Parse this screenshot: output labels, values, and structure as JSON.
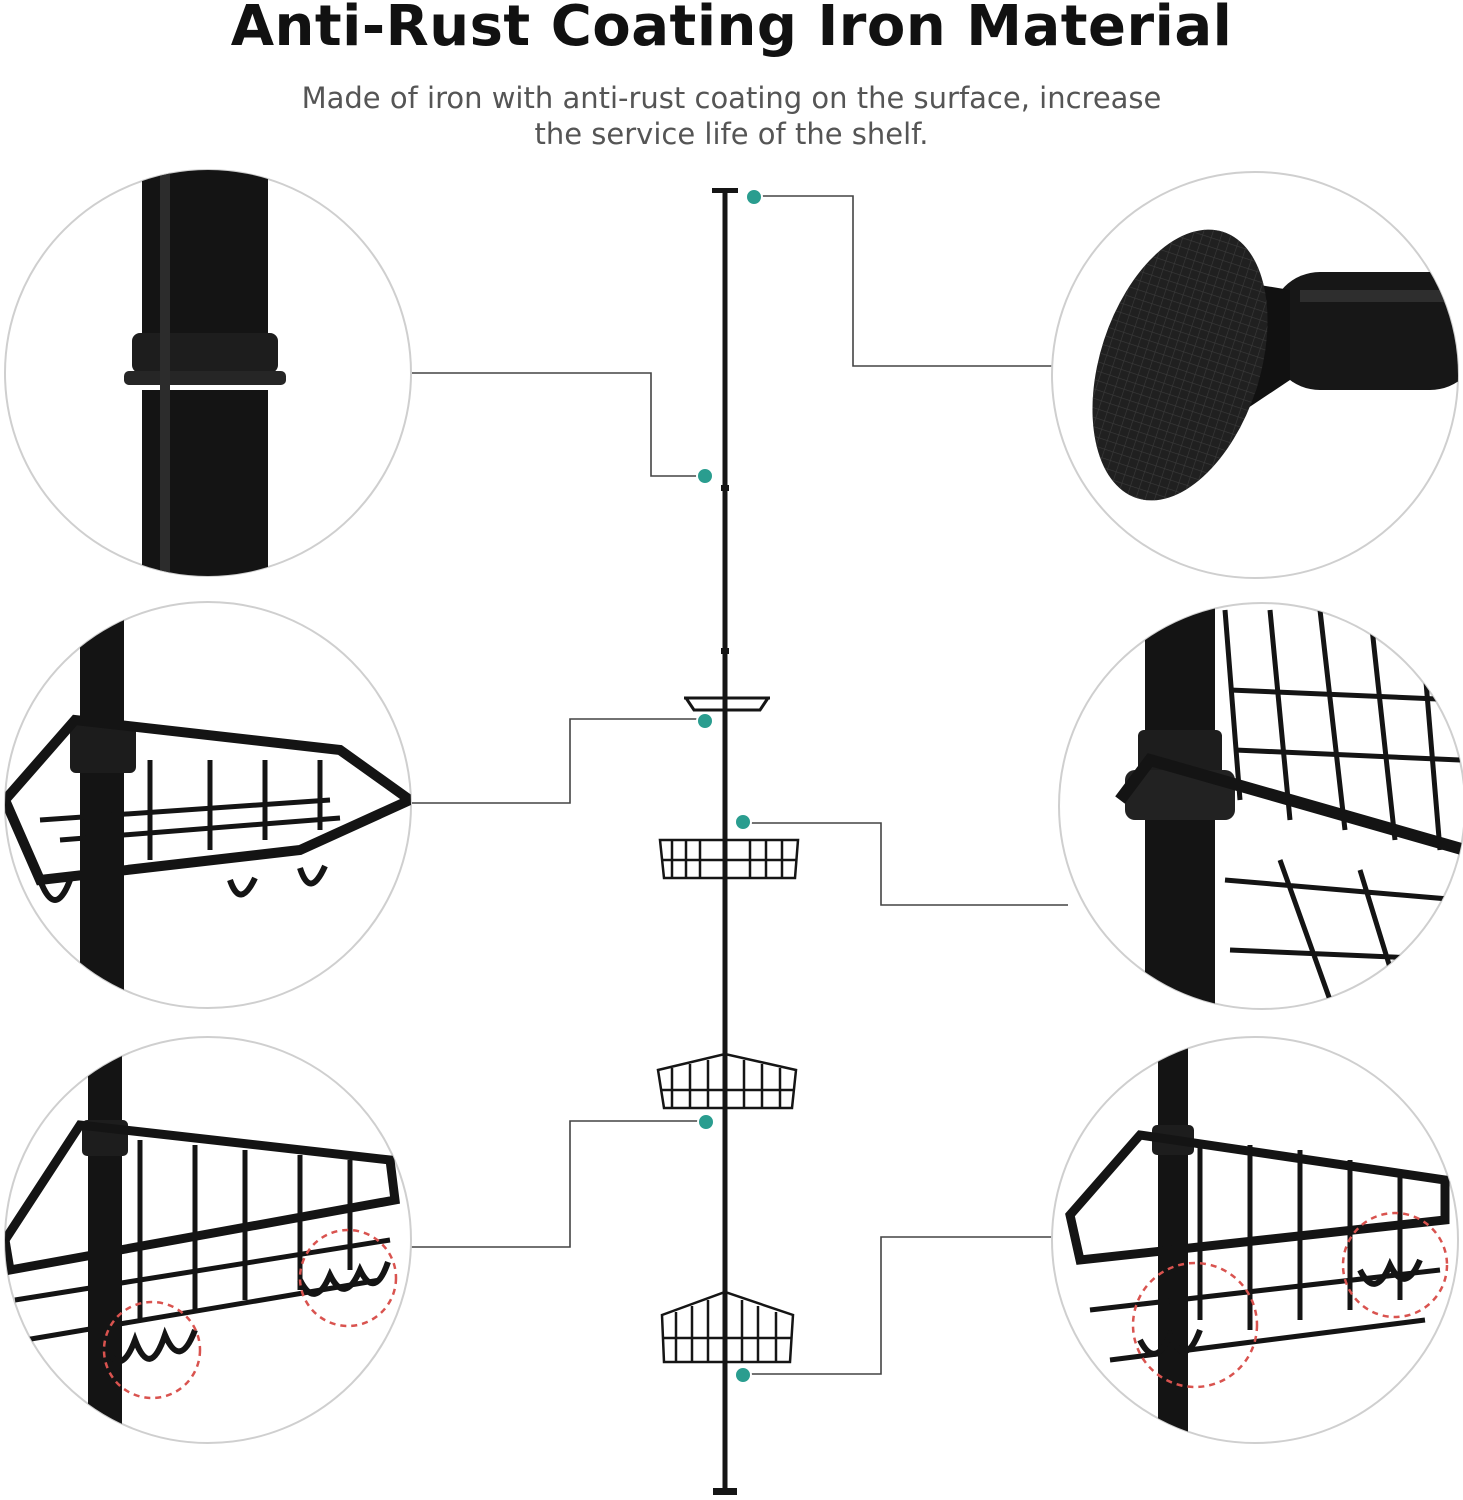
{
  "header": {
    "title": "Anti-Rust Coating Iron Material",
    "subtitle_line1": "Made of iron with anti-rust coating on the surface, increase",
    "subtitle_line2": "the service life of the shelf."
  },
  "colors": {
    "background": "#ffffff",
    "title": "#111111",
    "subtitle": "#555555",
    "metal": "#151515",
    "marker": "#2a9d8f",
    "callout_line": "#444444",
    "circle_border": "#cfcfcf",
    "highlight_dash": "#d9534f"
  },
  "details": [
    {
      "name": "pole-joint"
    },
    {
      "name": "suction-end-cap"
    },
    {
      "name": "soap-tray"
    },
    {
      "name": "basket-clamp"
    },
    {
      "name": "basket-hooks"
    },
    {
      "name": "corner-basket-hooks"
    }
  ]
}
